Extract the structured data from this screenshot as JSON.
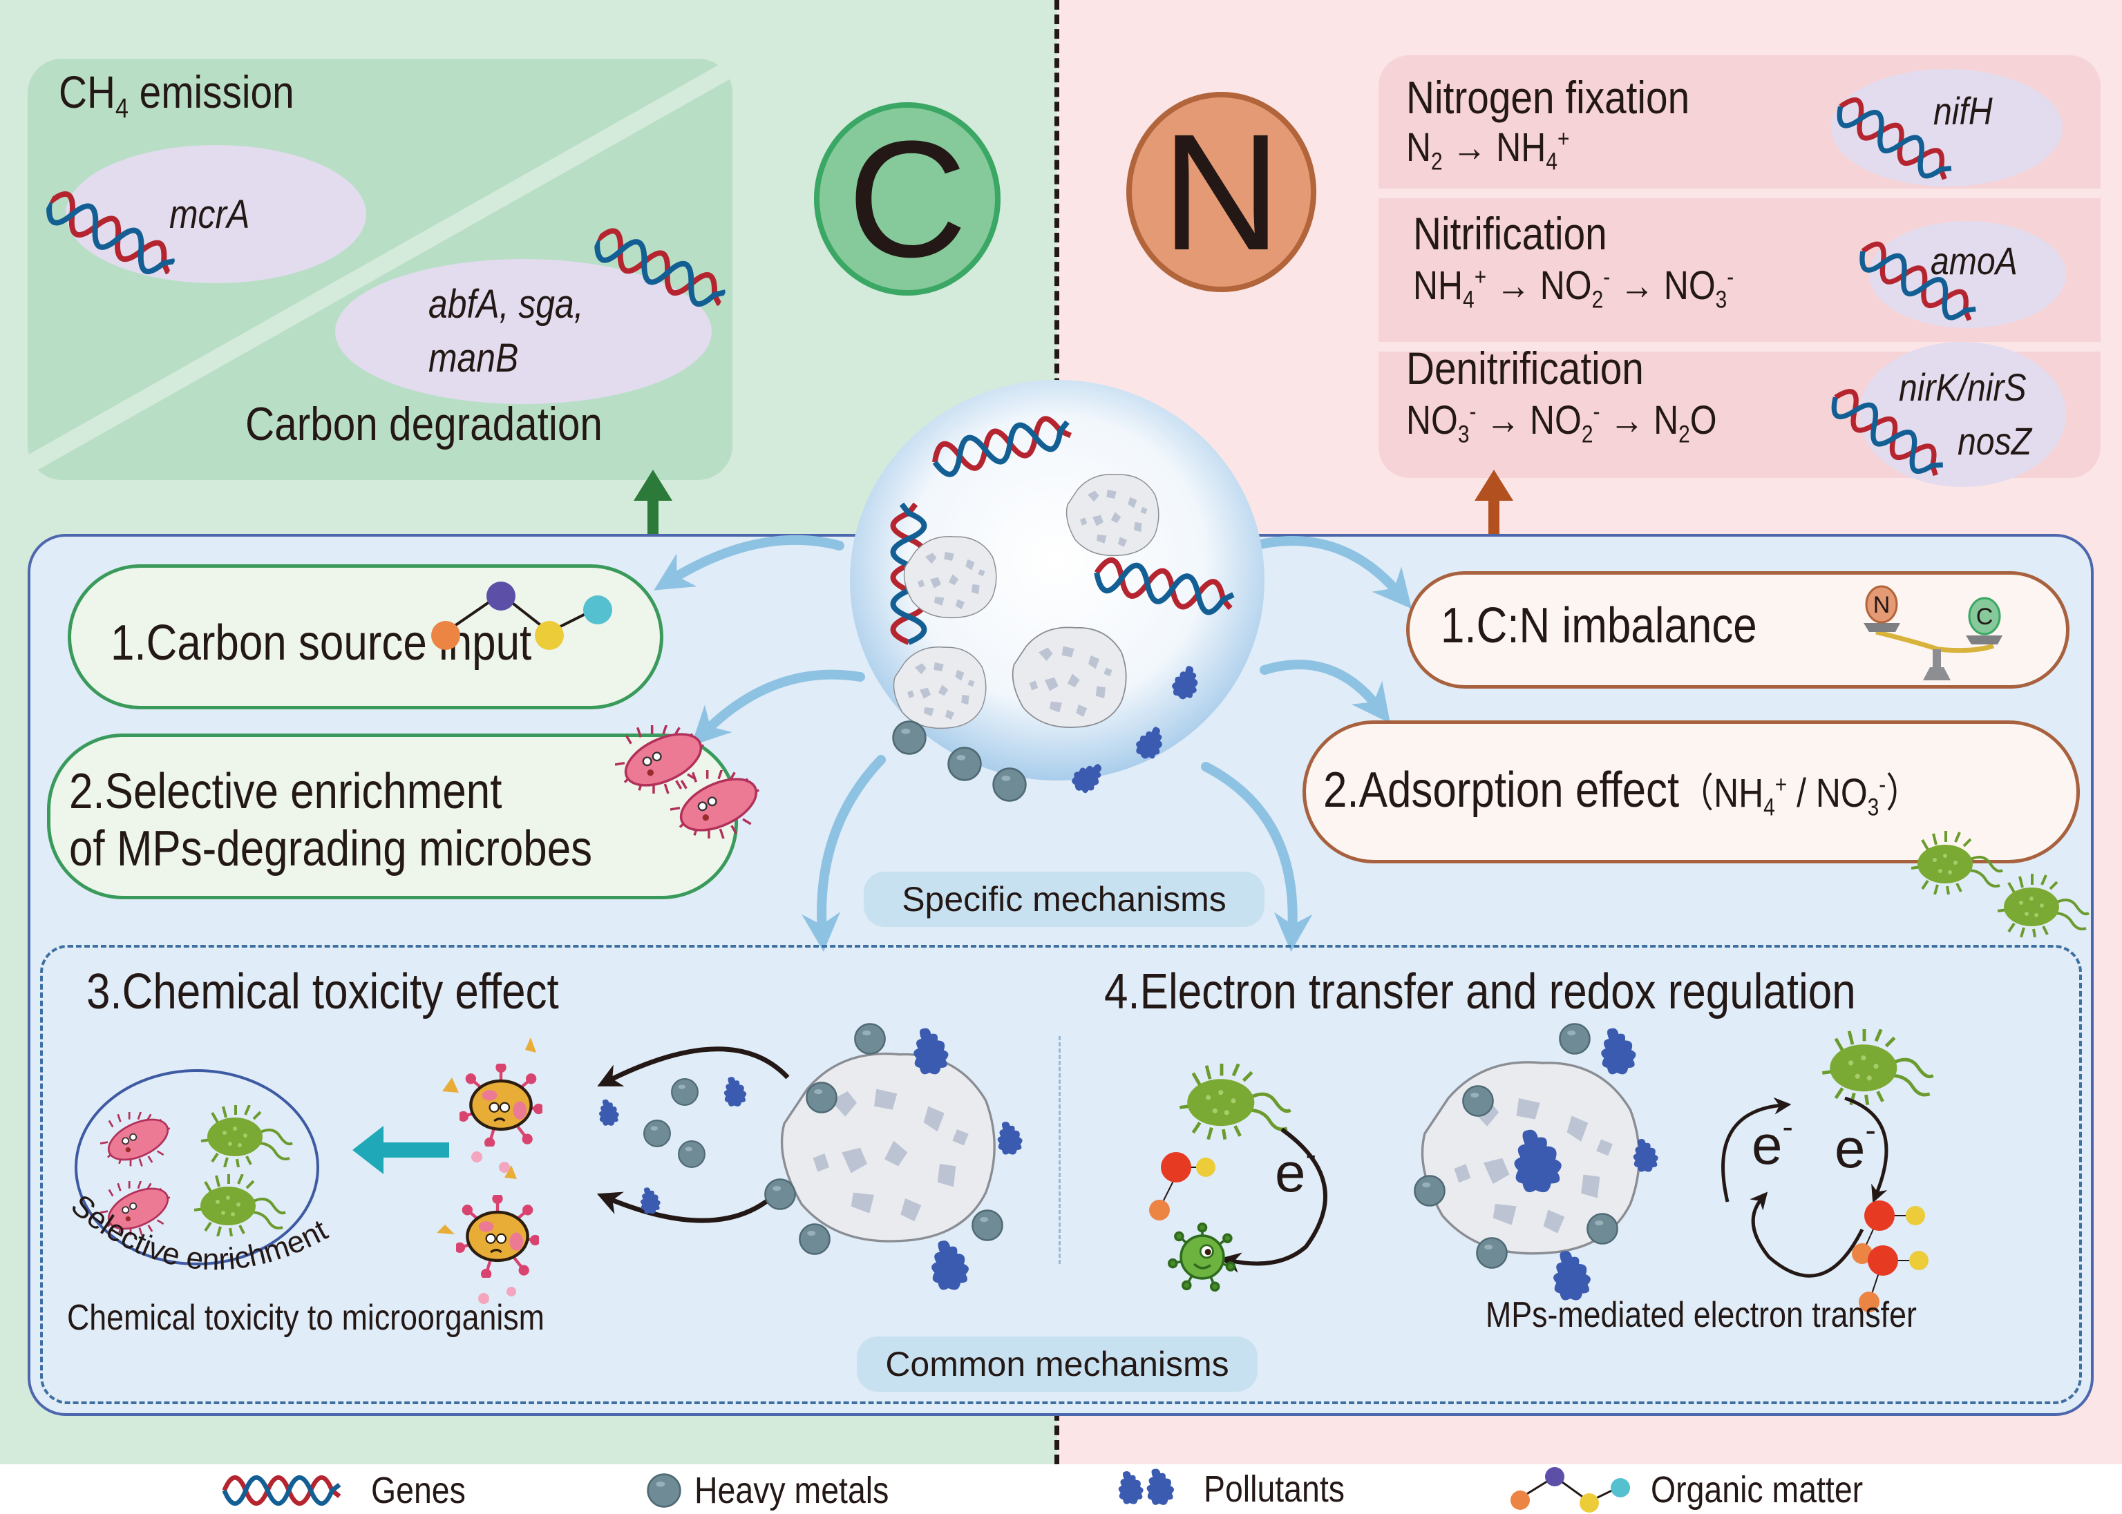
{
  "colors": {
    "carbon_bg": "#d4eadb",
    "nitrogen_bg": "#fbe5e6",
    "mechanism_panel_bg": "#e0ecf7",
    "mechanism_panel_border": "#4d67ad",
    "carbon_accent": "#3aa764",
    "nitrogen_accent": "#b2643a",
    "gene_red": "#b5252f",
    "gene_blue": "#135f94",
    "pollutant_blue": "#3b5bb0",
    "heavy_metal": "#6f8b96"
  },
  "carbon_cycle": {
    "badge": "C",
    "ch4": {
      "title_main": "CH",
      "title_sub": "4",
      "title_rest": " emission",
      "gene": "mcrA"
    },
    "degradation": {
      "title": "Carbon degradation",
      "genes_line1": "abfA, sga,",
      "genes_line2": "manB"
    }
  },
  "nitrogen_cycle": {
    "badge": "N",
    "processes": [
      {
        "title": "Nitrogen fixation",
        "equation_html": "N<sub>2</sub> → NH<sub>4</sub><sup>+</sup>",
        "genes": [
          "nifH"
        ]
      },
      {
        "title": "Nitrification",
        "equation_html": "NH<sub>4</sub><sup>+</sup> → NO<sub>2</sub><sup>-</sup> → NO<sub>3</sub><sup>-</sup>",
        "genes": [
          "amoA"
        ]
      },
      {
        "title": "Denitrification",
        "equation_html": "NO<sub>3</sub><sup>-</sup> → NO<sub>2</sub><sup>-</sup> → N<sub>2</sub>O",
        "genes": [
          "nirK/nirS",
          "nosZ"
        ]
      }
    ]
  },
  "specific_mechanisms": {
    "label": "Specific mechanisms",
    "carbon": [
      {
        "label": "1.Carbon source input"
      },
      {
        "label_line1": "2.Selective enrichment",
        "label_line2": "of MPs-degrading microbes"
      }
    ],
    "nitrogen": [
      {
        "label": "1.C:N imbalance",
        "scale_left": "N",
        "scale_right": "C"
      },
      {
        "label": "2.Adsorption effect",
        "ions_html": "（NH<sub>4</sub><sup>+</sup> / NO<sub>3</sub><sup>-</sup>）"
      }
    ]
  },
  "common_mechanisms": {
    "label": "Common mechanisms",
    "toxicity": {
      "title": "3.Chemical toxicity effect",
      "circle_caption": "Selective enrichment",
      "caption": "Chemical toxicity to microorganism"
    },
    "electron": {
      "title": "4.Electron transfer and redox regulation",
      "electron_symbol": "e",
      "electron_charge": "-",
      "caption": "MPs-mediated electron transfer"
    }
  },
  "legend": [
    {
      "icon": "genes-icon",
      "label": "Genes"
    },
    {
      "icon": "heavy-metals-icon",
      "label": "Heavy metals"
    },
    {
      "icon": "pollutants-icon",
      "label": "Pollutants"
    },
    {
      "icon": "organic-matter-icon",
      "label": "Organic matter"
    }
  ]
}
